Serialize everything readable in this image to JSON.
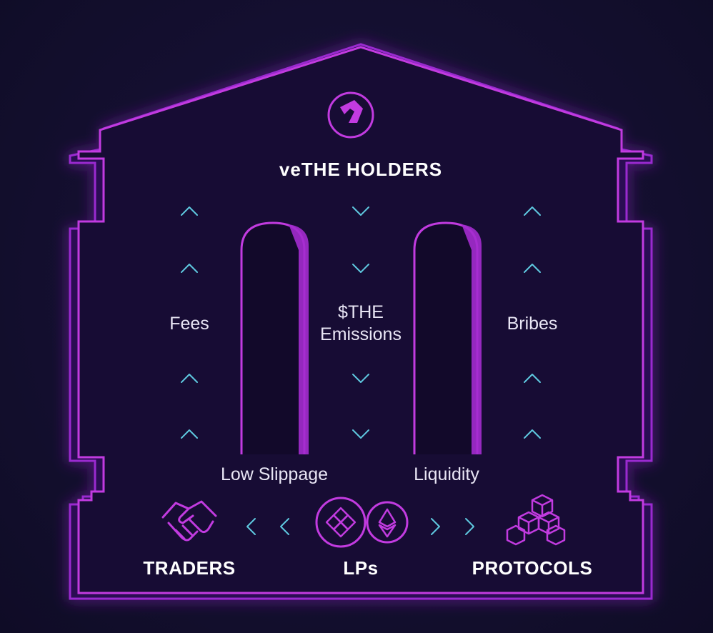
{
  "header": {
    "title": "veTHE HOLDERS",
    "logo_icon": "thena-logo-icon"
  },
  "flows": {
    "fees": "Fees",
    "emissions_line1": "$THE",
    "emissions_line2": "Emissions",
    "bribes": "Bribes"
  },
  "benefits": {
    "left": "Low Slippage",
    "right": "Liquidity"
  },
  "actors": {
    "traders": {
      "label": "TRADERS",
      "icon": "handshake-icon"
    },
    "lps": {
      "label": "LPs",
      "icons": [
        "bnb-icon",
        "ethereum-icon"
      ]
    },
    "protocols": {
      "label": "PROTOCOLS",
      "icon": "blocks-icon"
    }
  },
  "colors": {
    "background": "#140f30",
    "building_fill": "#1a0f3a",
    "outline": "#c23be0",
    "outline_shadow": "#8e24c4",
    "chevron": "#5fc9e0",
    "text": "#e9e6f5"
  }
}
